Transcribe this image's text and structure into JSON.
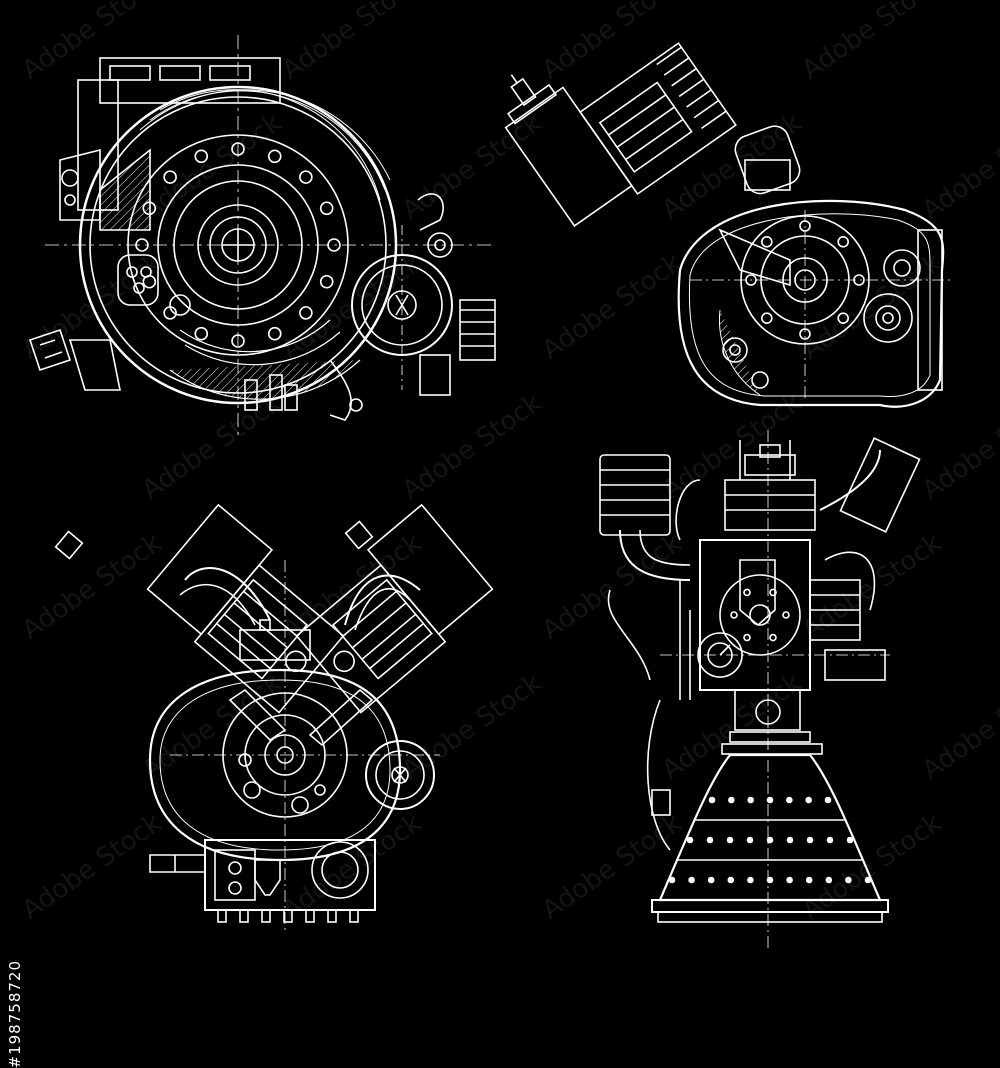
{
  "stock_id": "#198758720",
  "watermark_text": "Adobe Stock",
  "colors": {
    "background": "#000000",
    "line": "#ffffff"
  },
  "drawings": [
    {
      "name": "electric-motor-drawing"
    },
    {
      "name": "single-cylinder-engine-drawing"
    },
    {
      "name": "v-twin-engine-drawing"
    },
    {
      "name": "rocket-engine-drawing"
    }
  ]
}
